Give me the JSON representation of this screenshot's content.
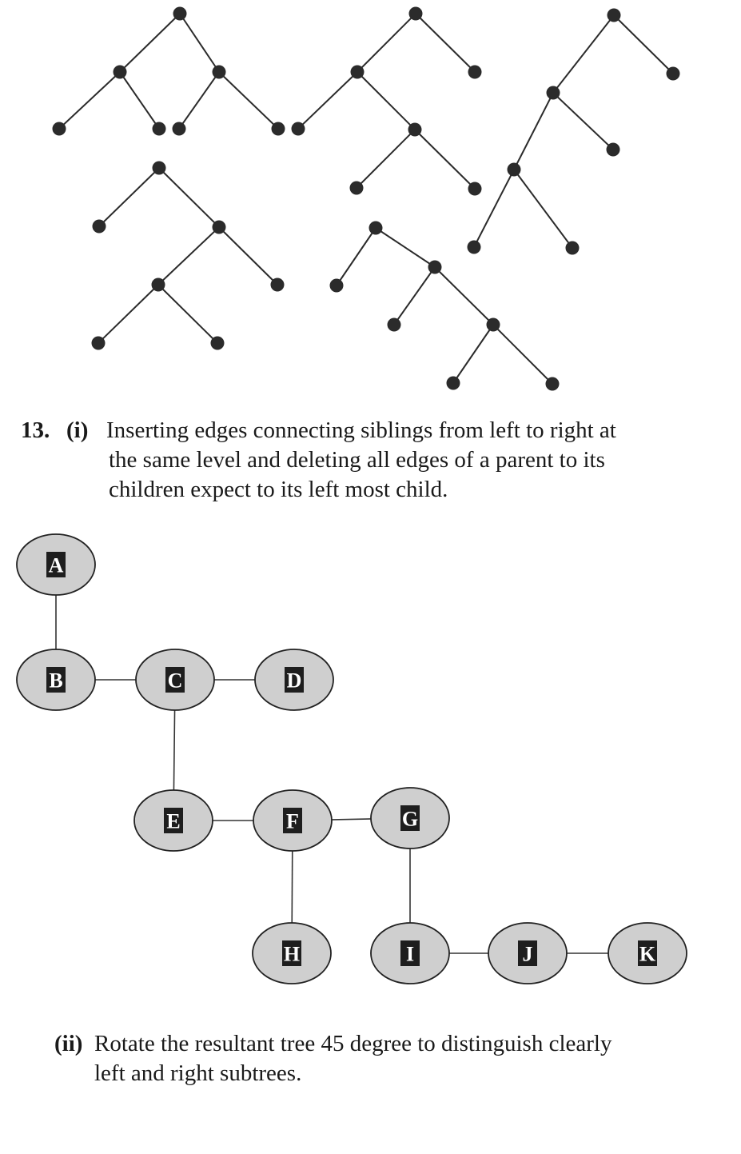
{
  "problem": {
    "number": "13.",
    "sub_i": "(i)",
    "text_i": [
      "Inserting  edges connecting siblings from left to right at",
      "the same level and deleting all edges of a parent to its",
      "children expect to its left most child."
    ],
    "sub_ii": "(ii)",
    "text_ii": [
      "Rotate the resultant tree 45 degree to distinguish clearly",
      "left and right subtrees."
    ]
  },
  "binary_tree": {
    "nodes": [
      "A",
      "B",
      "C",
      "D",
      "E",
      "F",
      "G",
      "H",
      "I",
      "J",
      "K"
    ],
    "edges": [
      [
        "A",
        "B"
      ],
      [
        "B",
        "C"
      ],
      [
        "C",
        "D"
      ],
      [
        "C",
        "E"
      ],
      [
        "E",
        "F"
      ],
      [
        "F",
        "G"
      ],
      [
        "F",
        "H"
      ],
      [
        "G",
        "I"
      ],
      [
        "I",
        "J"
      ],
      [
        "J",
        "K"
      ]
    ]
  },
  "colors": {
    "node_fill": "#cfcfcf",
    "label_box": "#1e1e1e",
    "line": "#2b2b2b"
  }
}
